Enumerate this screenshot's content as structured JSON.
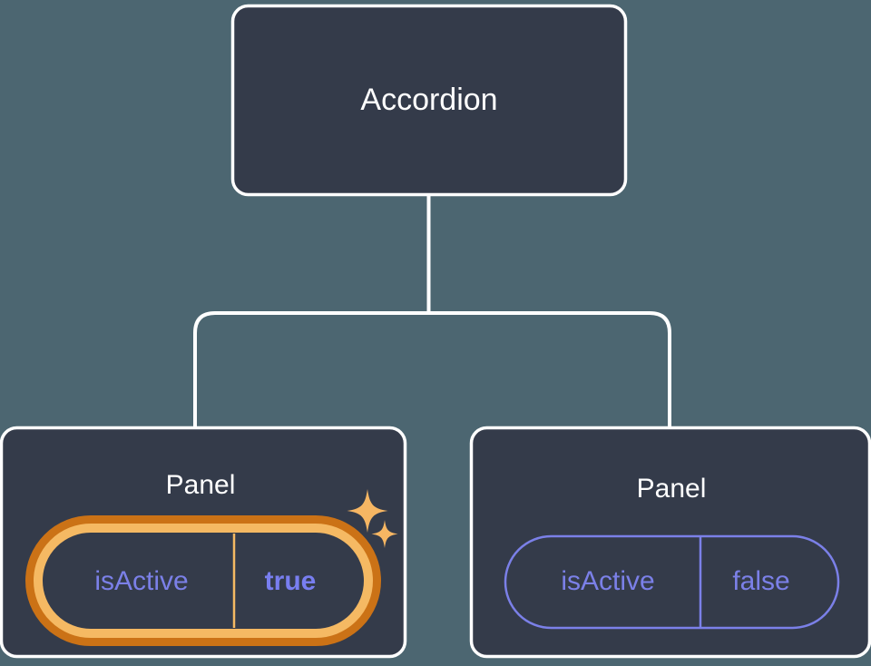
{
  "diagram": {
    "type": "component-tree",
    "background_color": "#4c6671",
    "node_fill": "#343b4a",
    "node_border_color": "#ffffff",
    "connector_color": "#ffffff",
    "root": {
      "label": "Accordion"
    },
    "children": [
      {
        "label": "Panel",
        "highlighted": true,
        "prop": {
          "key": "isActive",
          "value": "true",
          "key_color": "#7b80e8",
          "value_color": "#787ef0",
          "value_bold": true,
          "border_color": "#f5b963",
          "ring_color": "#cb7216",
          "divider_color": "#f5b963"
        },
        "sparkles": [
          "sparkle-large",
          "sparkle-small"
        ],
        "sparkle_color": "#f6b663"
      },
      {
        "label": "Panel",
        "highlighted": false,
        "prop": {
          "key": "isActive",
          "value": "false",
          "key_color": "#7b80e8",
          "value_color": "#7b80e8",
          "value_bold": false,
          "border_color": "#7b80e8",
          "ring_color": "none",
          "divider_color": "#7b80e8"
        },
        "sparkles": [],
        "sparkle_color": "#f6b663"
      }
    ]
  }
}
